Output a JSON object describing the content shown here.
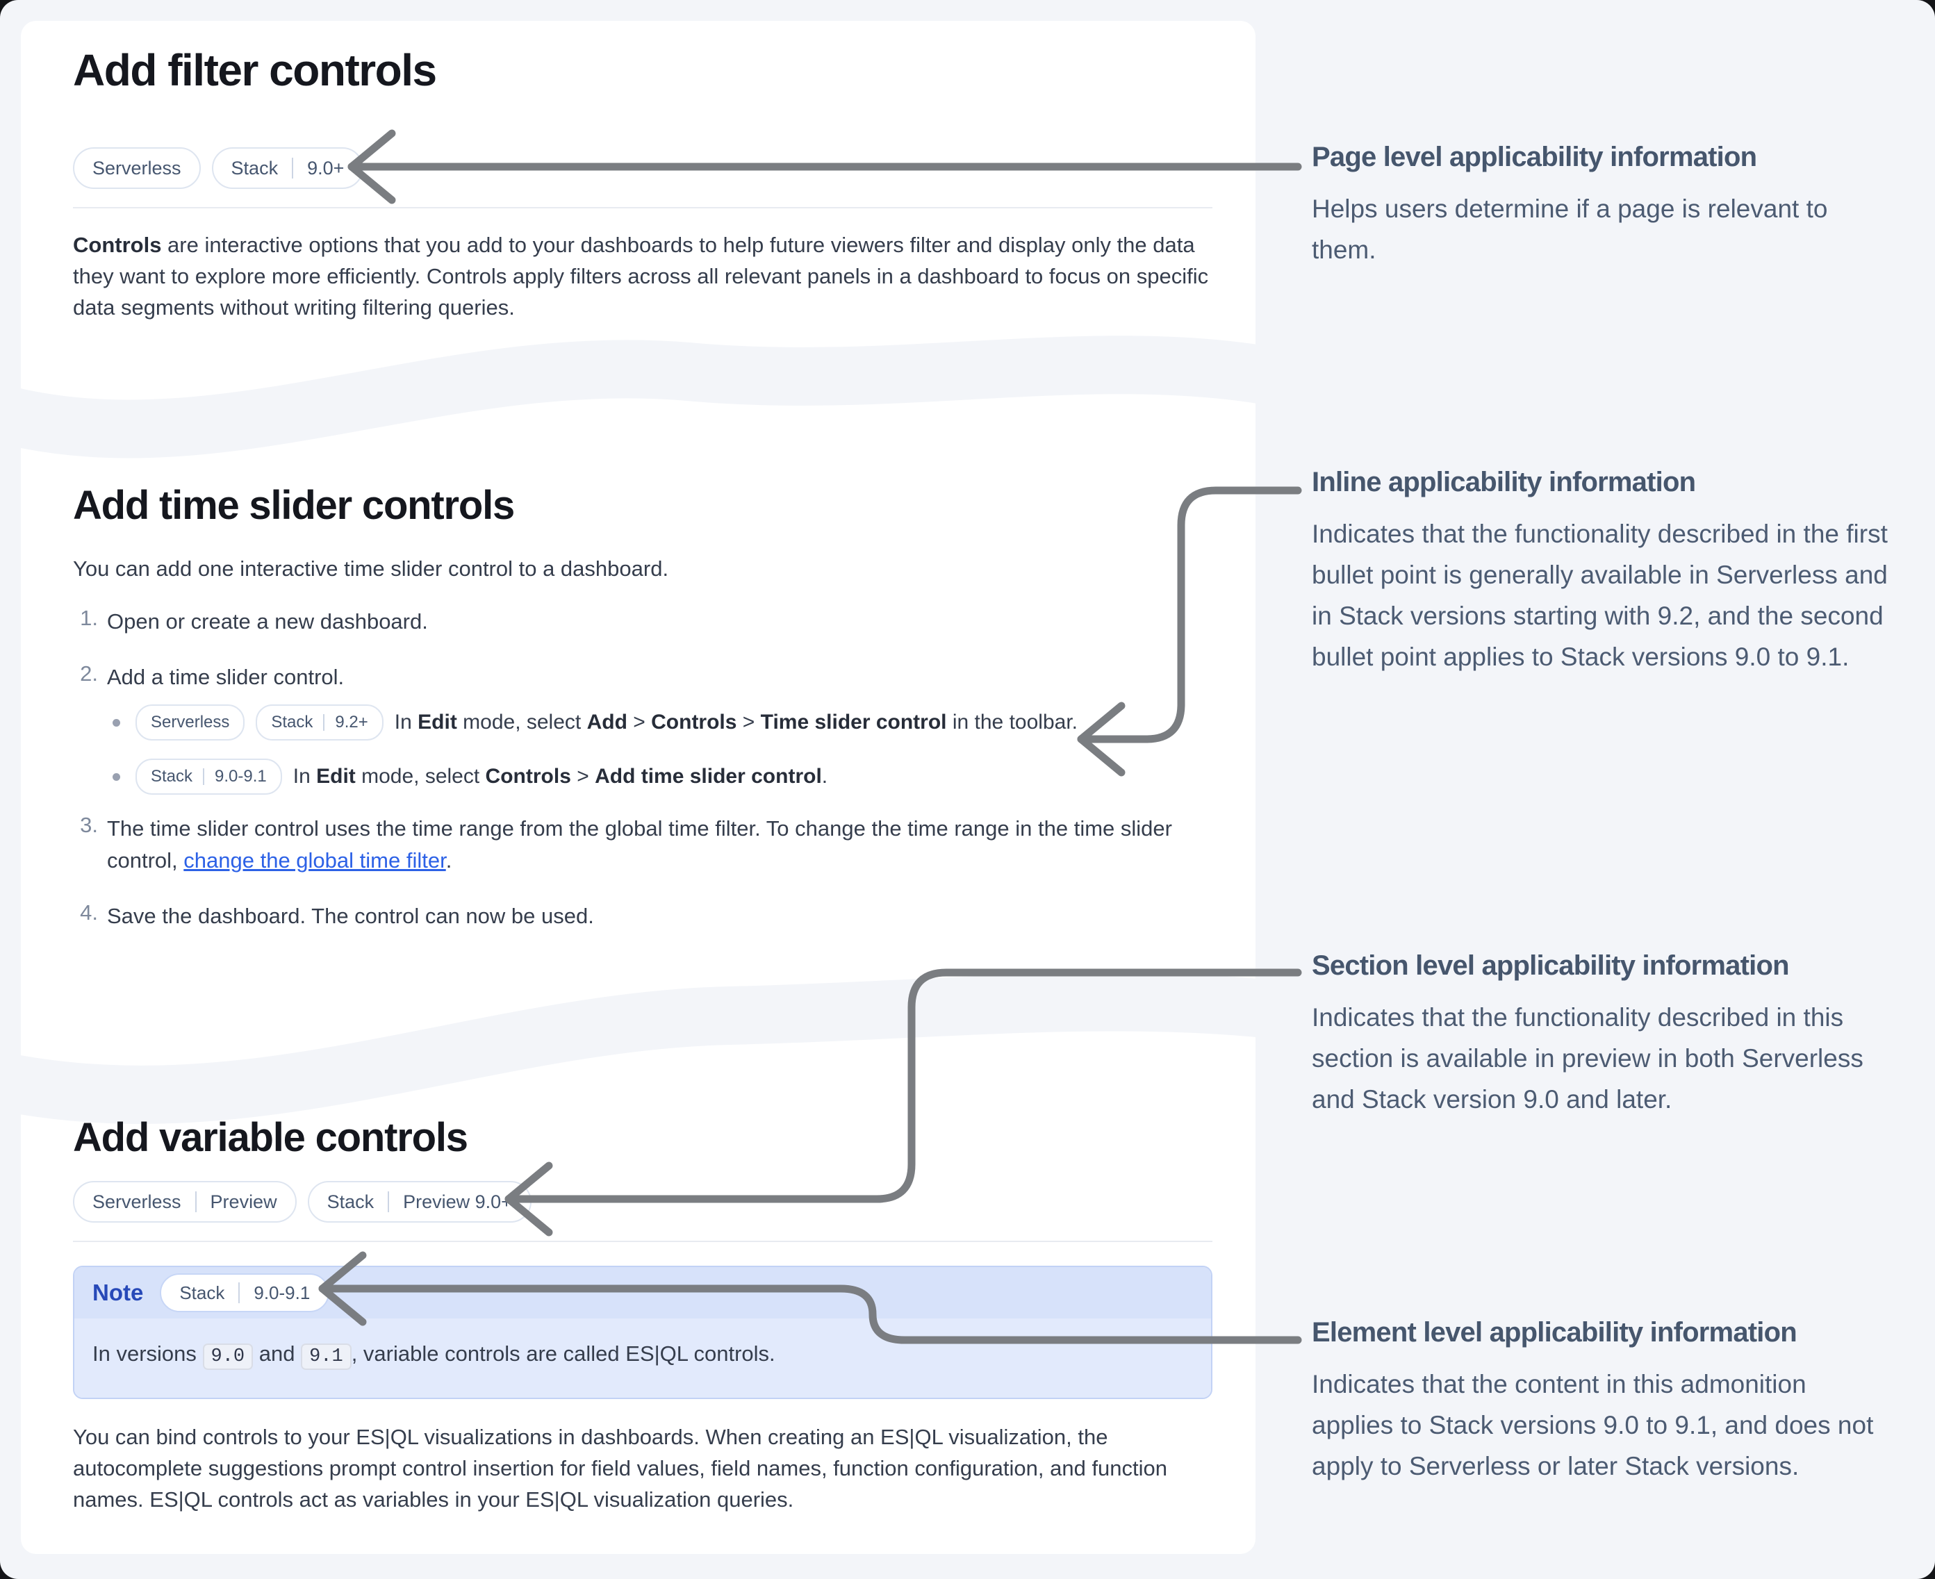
{
  "page": {
    "bg_color": "#f3f5f9",
    "card_color": "#ffffff",
    "arrow_color": "#7a7d81",
    "link_color": "#2c61e6",
    "note_header_color": "#d7e2fa",
    "note_body_color": "#e2eafc"
  },
  "filter_section": {
    "title": "Add filter controls",
    "badge_serverless": "Serverless",
    "badge_stack": "Stack",
    "badge_stack_version": "9.0+",
    "para_bold": "Controls",
    "para_rest": " are interactive options that you add to your dashboards to help future viewers filter and display only the data they want to explore more efficiently. Controls apply filters across all relevant panels in a dashboard to focus on specific data segments without writing filtering queries."
  },
  "timeslider_section": {
    "title": "Add time slider controls",
    "intro": "You can add one interactive time slider control to a dashboard.",
    "step1_num": "1.",
    "step1": "Open or create a new dashboard.",
    "step2_num": "2.",
    "step2": "Add a time slider control.",
    "bullet1": {
      "badge_serverless": "Serverless",
      "badge_stack": "Stack",
      "badge_stack_version": "9.2+",
      "t1": "In ",
      "b1": "Edit",
      "t2": " mode, select ",
      "b2": "Add",
      "t3": " > ",
      "b3": "Controls",
      "t4": " > ",
      "b4": "Time slider control",
      "t5": " in the toolbar."
    },
    "bullet2": {
      "badge_stack": "Stack",
      "badge_stack_version": "9.0-9.1",
      "t1": "In ",
      "b1": "Edit",
      "t2": " mode, select ",
      "b2": "Controls",
      "t3": " > ",
      "b3": "Add time slider control",
      "t4": "."
    },
    "step3_num": "3.",
    "step3_pre": "The time slider control uses the time range from the global time filter. To change the time range in the time slider control, ",
    "step3_link": "change the global time filter",
    "step3_post": ".",
    "step4_num": "4.",
    "step4": "Save the dashboard. The control can now be used."
  },
  "variable_section": {
    "title": "Add variable controls",
    "badge_serverless": "Serverless",
    "badge_serverless_flag": "Preview",
    "badge_stack": "Stack",
    "badge_stack_version": "Preview 9.0+",
    "note": {
      "label": "Note",
      "badge_stack": "Stack",
      "badge_stack_version": "9.0-9.1",
      "t1": "In versions ",
      "code1": "9.0",
      "t2": " and ",
      "code2": "9.1",
      "t3": ", variable controls are called ES|QL controls."
    },
    "para": "You can bind controls to your ES|QL visualizations in dashboards. When creating an ES|QL visualization, the autocomplete suggestions prompt control insertion for field values, field names, function configuration, and function names. ES|QL controls act as variables in your ES|QL visualization queries."
  },
  "annotations": {
    "page_level": {
      "title": "Page level applicability information",
      "body": "Helps users determine if a page is relevant to them."
    },
    "inline_level": {
      "title": "Inline applicability information",
      "body": "Indicates that the functionality described in the first bullet point is generally available in Serverless and in Stack versions starting with 9.2, and the second bullet point applies to Stack versions 9.0 to 9.1."
    },
    "section_level": {
      "title": "Section level applicability information",
      "body": "Indicates that the functionality described in this section is available in preview in both Serverless and Stack version 9.0 and later."
    },
    "element_level": {
      "title": "Element level applicability information",
      "body": "Indicates that the content in this admonition applies to Stack versions 9.0 to 9.1, and does not apply to Serverless or later Stack versions."
    }
  }
}
